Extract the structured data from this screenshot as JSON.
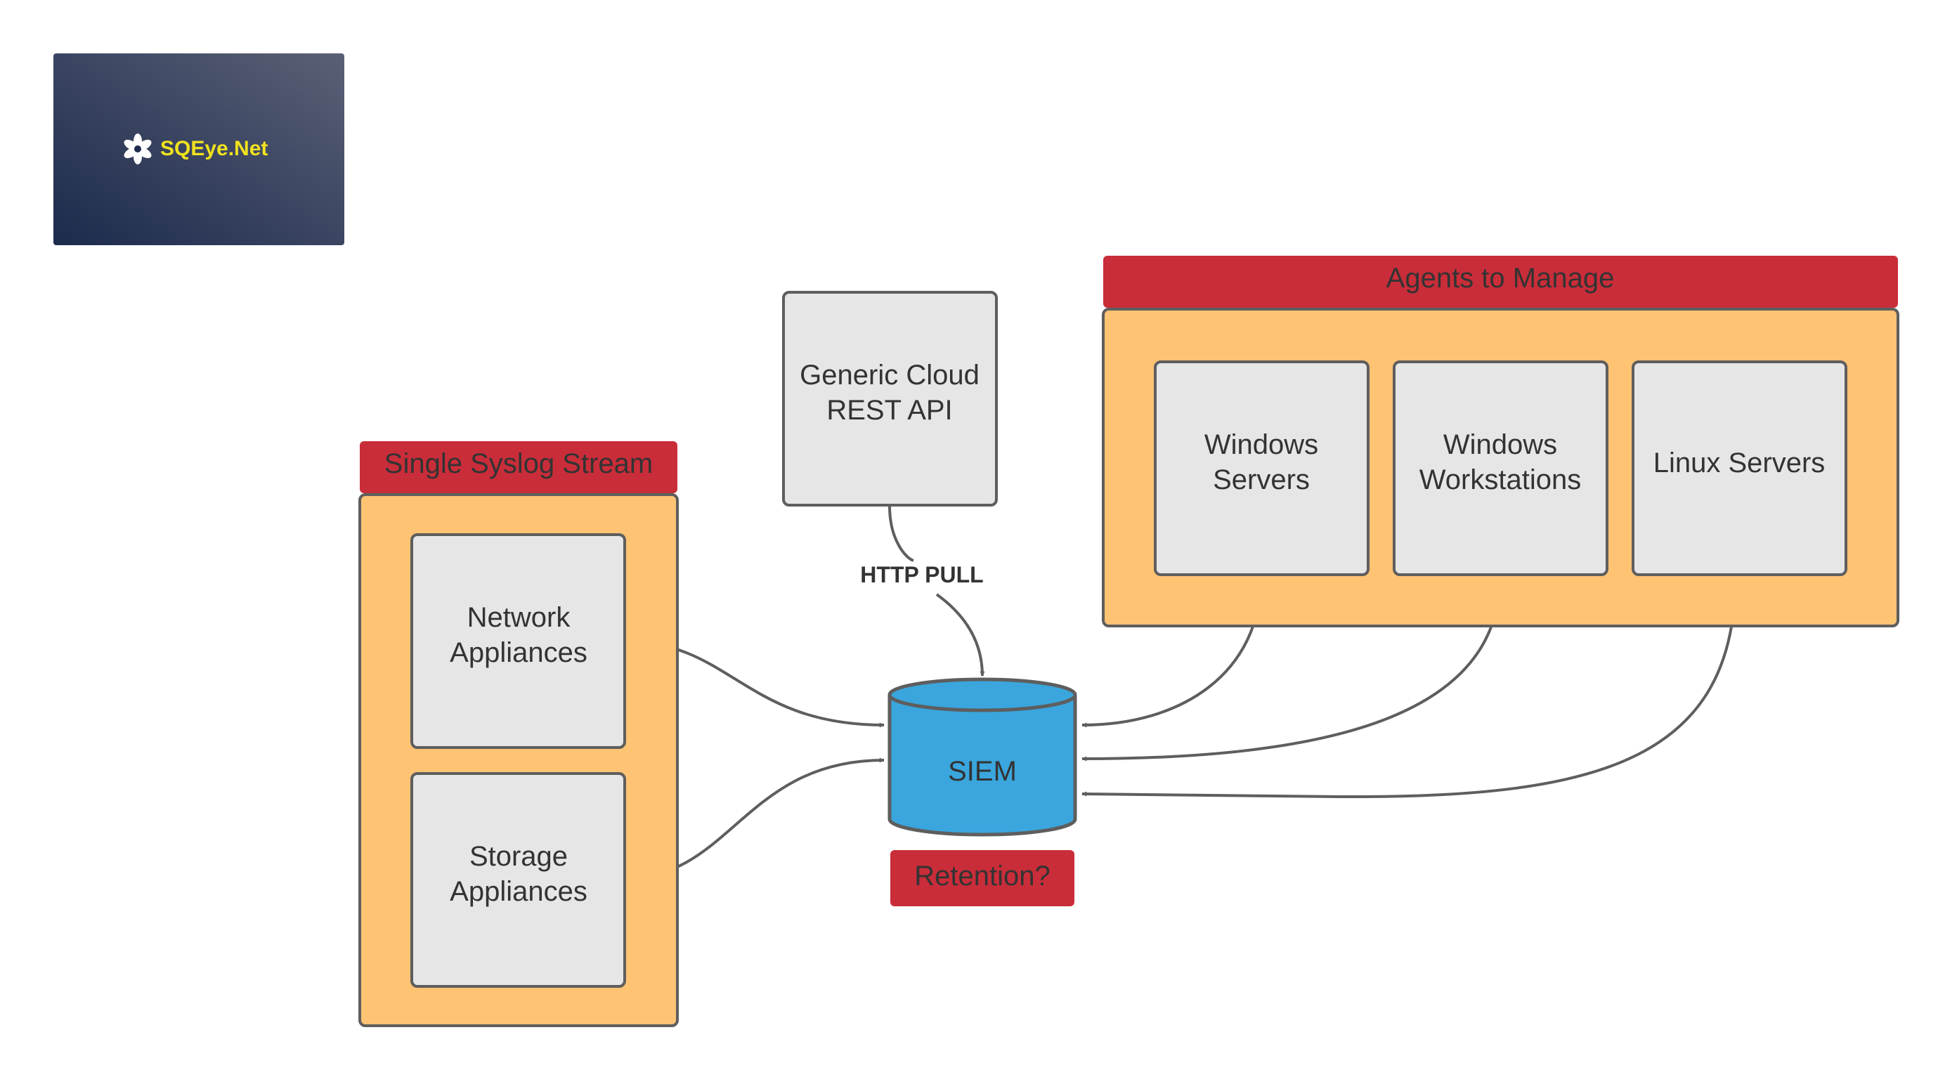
{
  "logo": {
    "text": "SQEye.Net",
    "icon": "flower-icon"
  },
  "colors": {
    "group_fill": "#FFC374",
    "header_red": "#C92D39",
    "node_fill": "#E6E6E6",
    "stroke": "#5E5E5E",
    "siem_blue": "#3AA6DD",
    "logo_text": "#F0E21E",
    "text": "#333333"
  },
  "syslog_group": {
    "title": "Single Syslog Stream",
    "nodes": [
      {
        "line1": "Network",
        "line2": "Appliances"
      },
      {
        "line1": "Storage",
        "line2": "Appliances"
      }
    ]
  },
  "cloud_api": {
    "line1": "Generic Cloud",
    "line2": "REST API"
  },
  "connection_label": "HTTP PULL",
  "siem": {
    "label": "SIEM",
    "note": "Retention?"
  },
  "agents_group": {
    "title": "Agents to Manage",
    "nodes": [
      {
        "line1": "Windows",
        "line2": "Servers"
      },
      {
        "line1": "Windows",
        "line2": "Workstations"
      },
      {
        "line1": "Linux Servers",
        "line2": ""
      }
    ]
  }
}
